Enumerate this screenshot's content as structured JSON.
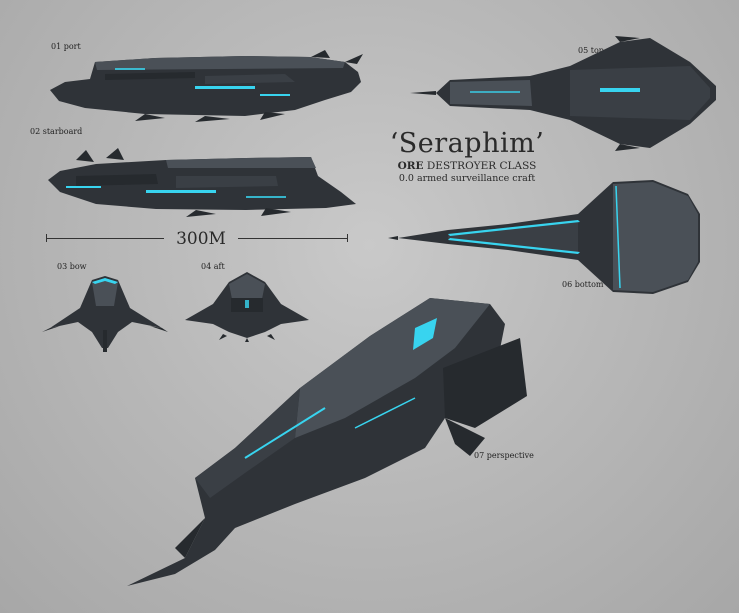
{
  "title": {
    "name": "‘Seraphim’",
    "class_prefix": "ORE",
    "class_rest": "DESTROYER CLASS",
    "role": "0.0 armed surveillance craft"
  },
  "scale": {
    "label": "300M"
  },
  "views": [
    {
      "id": "port",
      "label": "01 port"
    },
    {
      "id": "starboard",
      "label": "02 starboard"
    },
    {
      "id": "bow",
      "label": "03 bow"
    },
    {
      "id": "aft",
      "label": "04 aft"
    },
    {
      "id": "top",
      "label": "05 top"
    },
    {
      "id": "bottom",
      "label": "06 bottom"
    },
    {
      "id": "perspective",
      "label": "07 perspective"
    }
  ],
  "colors": {
    "hull": "#2f3338",
    "hull_light": "#4a5057",
    "accent": "#38d4ef",
    "background": "#bdbdbd"
  }
}
